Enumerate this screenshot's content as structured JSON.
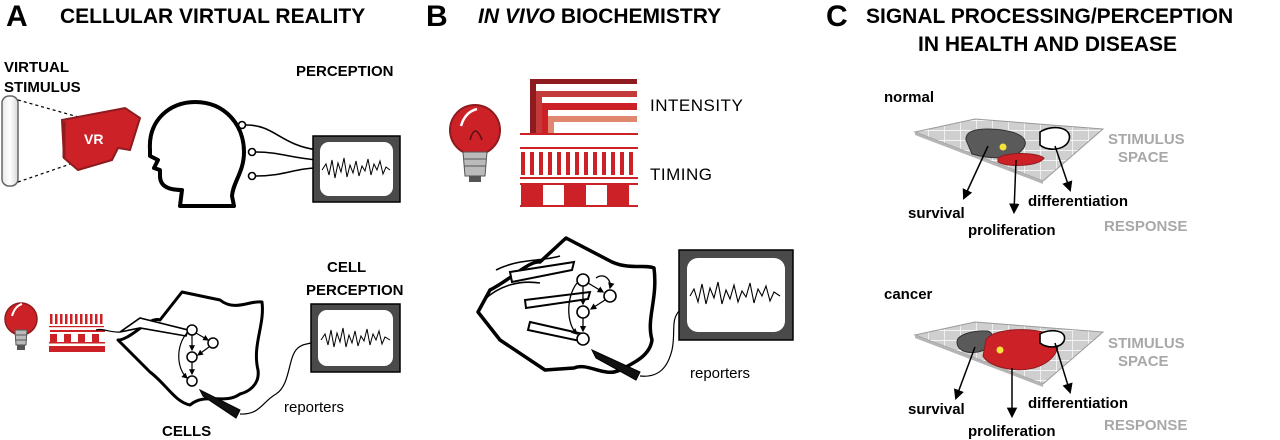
{
  "panels": {
    "a": {
      "letter": "A",
      "title": "CELLULAR VIRTUAL REALITY",
      "virtual_stimulus_1": "VIRTUAL",
      "virtual_stimulus_2": "STIMULUS",
      "vr": "VR",
      "perception": "PERCEPTION",
      "cell_perception_1": "CELL",
      "cell_perception_2": "PERCEPTION",
      "cells": "CELLS",
      "reporters": "reporters"
    },
    "b": {
      "letter": "B",
      "title_italic": "IN VIVO",
      "title_rest": " BIOCHEMISTRY",
      "intensity": "INTENSITY",
      "timing": "TIMING",
      "reporters": "reporters"
    },
    "c": {
      "letter": "C",
      "title_1": "SIGNAL PROCESSING/PERCEPTION",
      "title_2": "IN HEALTH AND DISEASE",
      "normal": "normal",
      "cancer": "cancer",
      "stimulus_1": "STIMULUS",
      "stimulus_2": "SPACE",
      "response": "RESPONSE",
      "survival": "survival",
      "proliferation": "proliferation",
      "differentiation": "differentiation"
    }
  },
  "colors": {
    "red": "#cc2127",
    "dark_red": "#8e1b1f",
    "salmon": "#e0876f",
    "gray_text": "#a8a8a8",
    "grid_fill": "#cfcfcf",
    "dark_gray": "#555555"
  }
}
